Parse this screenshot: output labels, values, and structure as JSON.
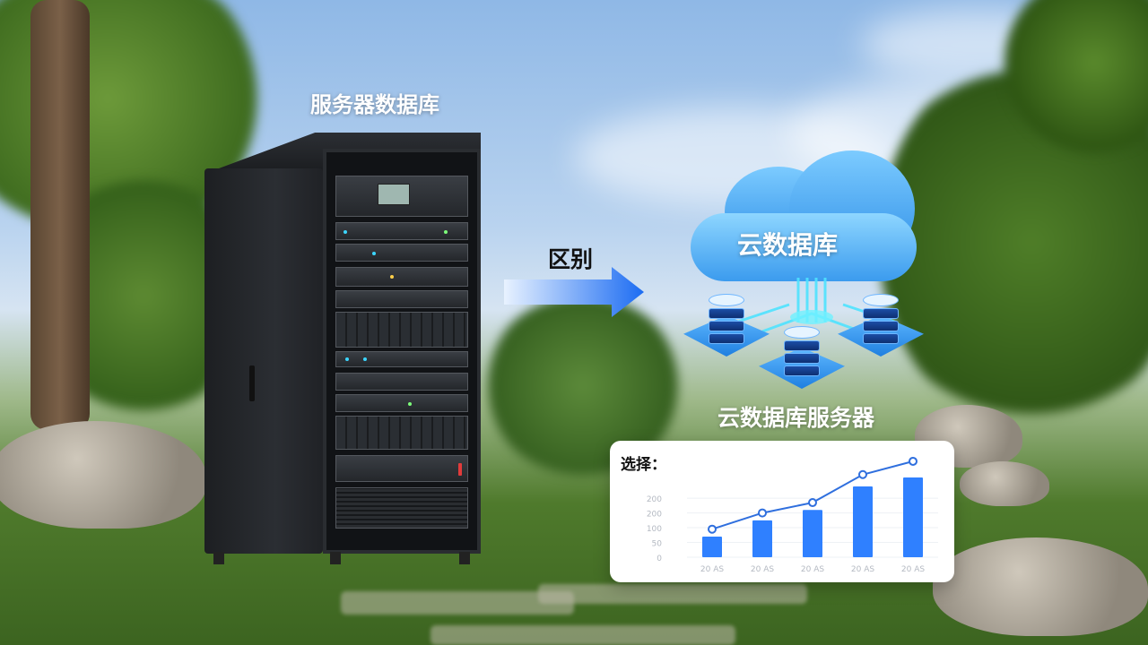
{
  "labels": {
    "server_title": "服务器数据库",
    "arrow_text": "区别",
    "cloud_title": "云数据库",
    "cloud_server": "云数据库服务器",
    "card_title": "选择："
  },
  "chart_data": {
    "type": "bar",
    "title": "",
    "categories": [
      "20 AS",
      "20 AS",
      "20 AS",
      "20 AS",
      "20 AS"
    ],
    "values": [
      70,
      125,
      160,
      240,
      270
    ],
    "line_values": [
      95,
      150,
      185,
      280,
      325
    ],
    "yticks": [
      0,
      50,
      100,
      150,
      200
    ],
    "ytick_labels": [
      "0",
      "50",
      "100",
      "200",
      "200"
    ],
    "ylim": [
      0,
      340
    ],
    "bar_color": "#2f80ff",
    "line_color": "#2f6fde",
    "grid": true
  },
  "colors": {
    "arrow_start": "#e8f2ff",
    "arrow_end": "#1c6cf2",
    "cloud_blue": "#2b8ce6"
  }
}
